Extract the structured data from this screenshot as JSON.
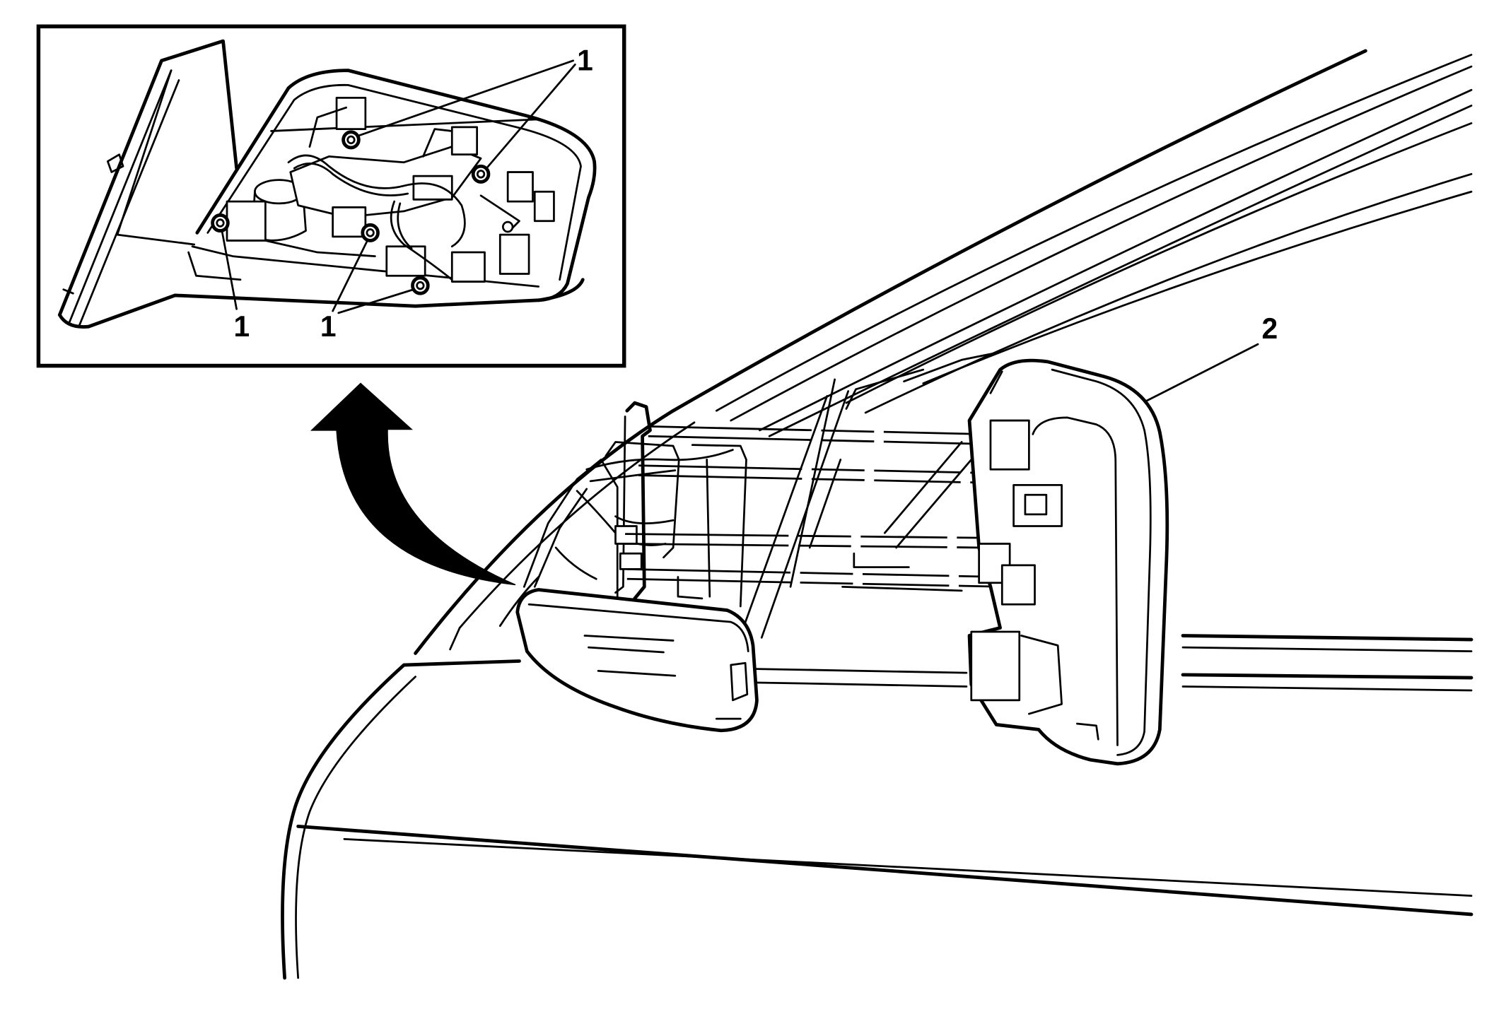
{
  "colors": {
    "line": "#000000",
    "background": "#ffffff"
  },
  "callouts": {
    "inset_top": "1",
    "inset_bottom_left": "1",
    "inset_bottom_center": "1",
    "mirror_housing": "2"
  },
  "icons": {
    "screw": "screw-icon",
    "arrow": "curved-arrow-icon"
  }
}
